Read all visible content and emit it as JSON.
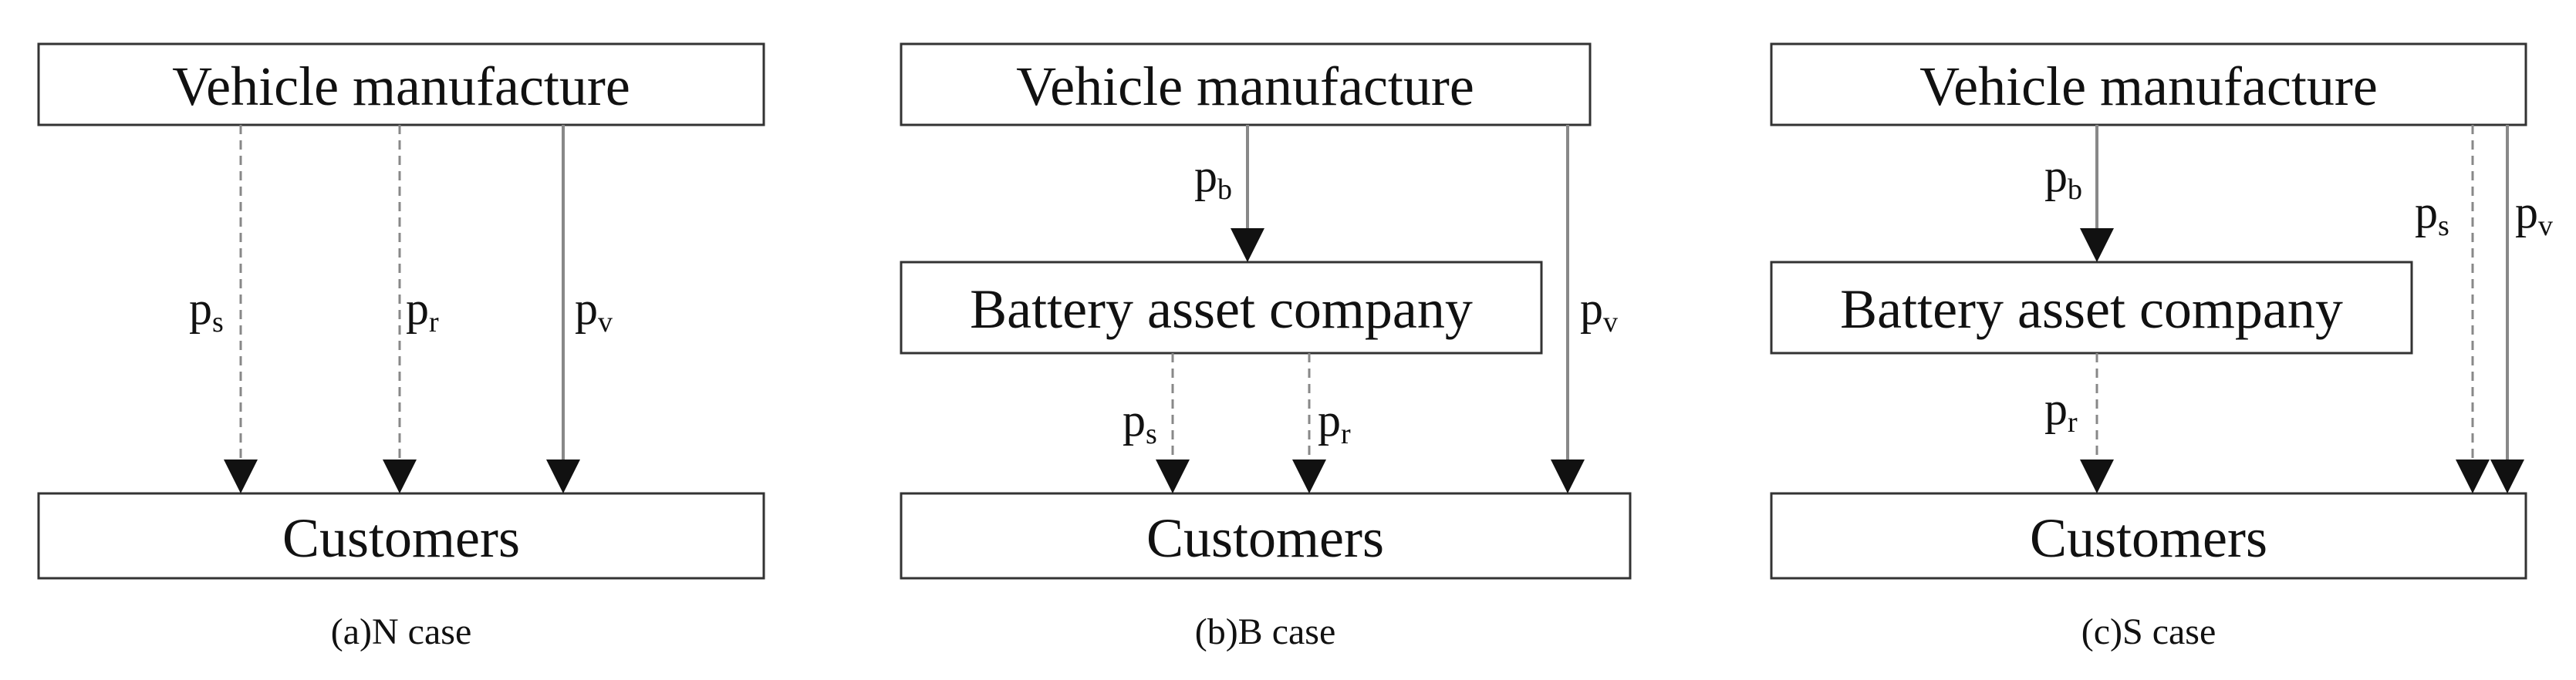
{
  "panels": [
    {
      "top_box": "Vehicle manufacture",
      "bottom_box": "Customers",
      "caption": "(a)N case",
      "flows": [
        {
          "base": "p",
          "sub": "s",
          "style": "dashed"
        },
        {
          "base": "p",
          "sub": "r",
          "style": "dashed"
        },
        {
          "base": "p",
          "sub": "v",
          "style": "solid"
        }
      ]
    },
    {
      "top_box": "Vehicle manufacture",
      "middle_box": "Battery asset company",
      "bottom_box": "Customers",
      "caption": "(b)B case",
      "flows": [
        {
          "base": "p",
          "sub": "b",
          "style": "solid"
        },
        {
          "base": "p",
          "sub": "s",
          "style": "dashed"
        },
        {
          "base": "p",
          "sub": "r",
          "style": "dashed"
        },
        {
          "base": "p",
          "sub": "v",
          "style": "solid"
        }
      ]
    },
    {
      "top_box": "Vehicle manufacture",
      "middle_box": "Battery asset company",
      "bottom_box": "Customers",
      "caption": "(c)S case",
      "flows": [
        {
          "base": "p",
          "sub": "b",
          "style": "solid"
        },
        {
          "base": "p",
          "sub": "r",
          "style": "dashed"
        },
        {
          "base": "p",
          "sub": "s",
          "style": "dashed"
        },
        {
          "base": "p",
          "sub": "v",
          "style": "solid"
        }
      ]
    }
  ]
}
